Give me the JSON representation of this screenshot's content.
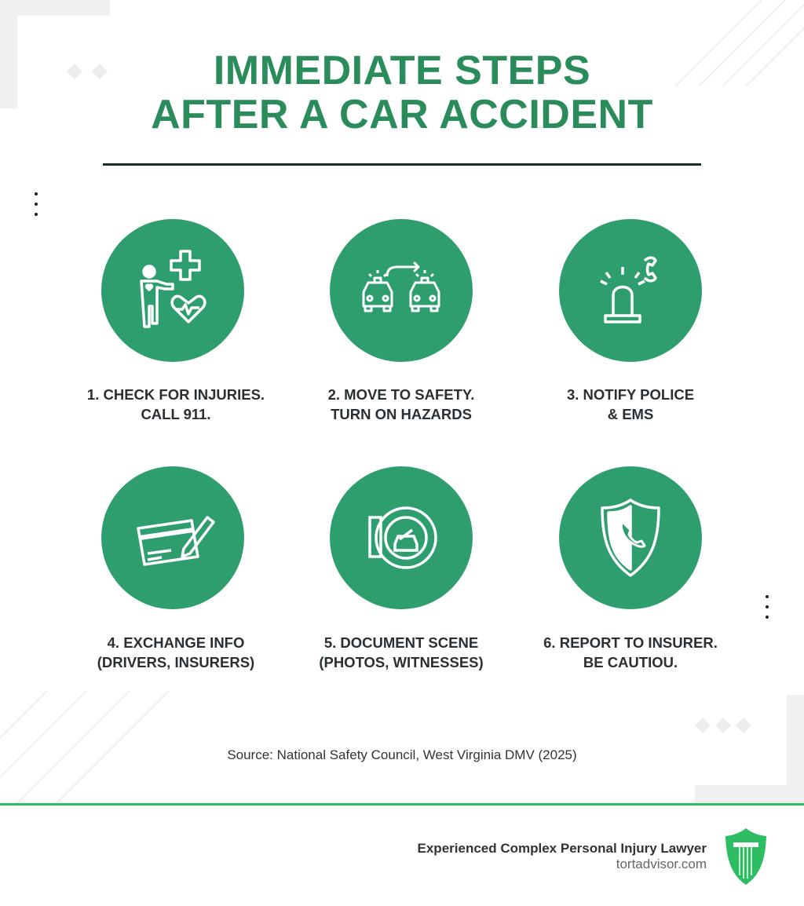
{
  "title": {
    "line1": "IMMEDIATE STEPS",
    "line2": "AFTER A CAR ACCIDENT"
  },
  "steps": [
    {
      "icon": "injury-check-icon",
      "line1": "1. CHECK FOR INJURIES.",
      "line2": "CALL 911."
    },
    {
      "icon": "move-cars-icon",
      "line1": "2. MOVE TO SAFETY.",
      "line2": "TURN ON HAZARDS"
    },
    {
      "icon": "siren-phone-icon",
      "line1": "3. NOTIFY POLICE",
      "line2": "& EMS"
    },
    {
      "icon": "card-pen-icon",
      "line1": "4. EXCHANGE INFO",
      "line2": "(DRIVERS, INSURERS)"
    },
    {
      "icon": "camera-icon",
      "line1": "5. DOCUMENT SCENE",
      "line2": "(PHOTOS, WITNESSES)"
    },
    {
      "icon": "shield-phone-icon",
      "line1": "6. REPORT TO INSURER.",
      "line2": "BE CAUTIOU."
    }
  ],
  "source": "Source: National Safety Council, West Virginia DMV (2025)",
  "footer": {
    "tagline": "Experienced Complex Personal Injury Lawyer",
    "site": "tortadvisor.com"
  },
  "colors": {
    "accent": "#2f9e6f",
    "title": "#2a8c5a",
    "line": "#2dbd63"
  }
}
